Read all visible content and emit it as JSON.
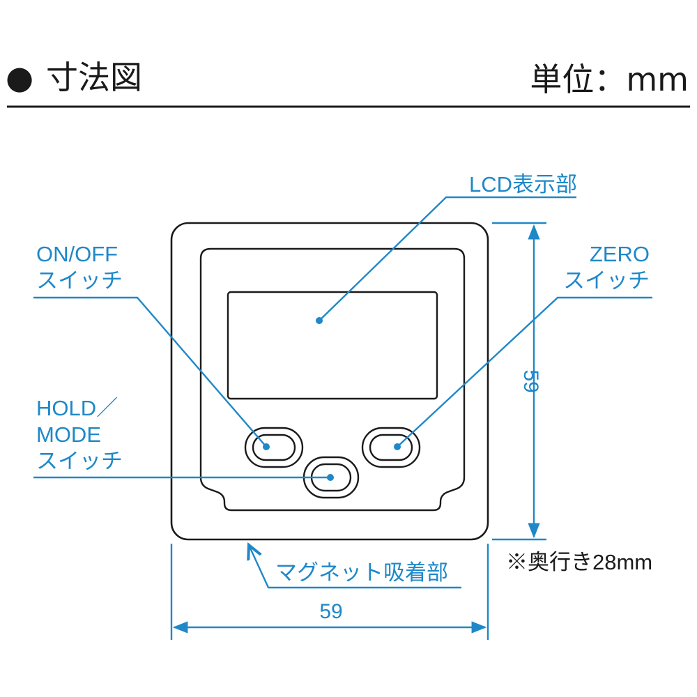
{
  "header": {
    "bullet": "●",
    "title": "寸法図",
    "unit": "単位：mm"
  },
  "labels": {
    "lcd": "LCD表示部",
    "onoff_line1": "ON/OFF",
    "onoff_line2": "スイッチ",
    "zero_line1": "ZERO",
    "zero_line2": "スイッチ",
    "hold_line1": "HOLD／",
    "hold_line2": "MODE",
    "hold_line3": "スイッチ",
    "magnet": "マグネット吸着部"
  },
  "dimensions": {
    "width": "59",
    "height": "59",
    "depth_note": "※奥行き28mm"
  },
  "colors": {
    "accent": "#1e88c8",
    "ink": "#1a1a1a"
  }
}
